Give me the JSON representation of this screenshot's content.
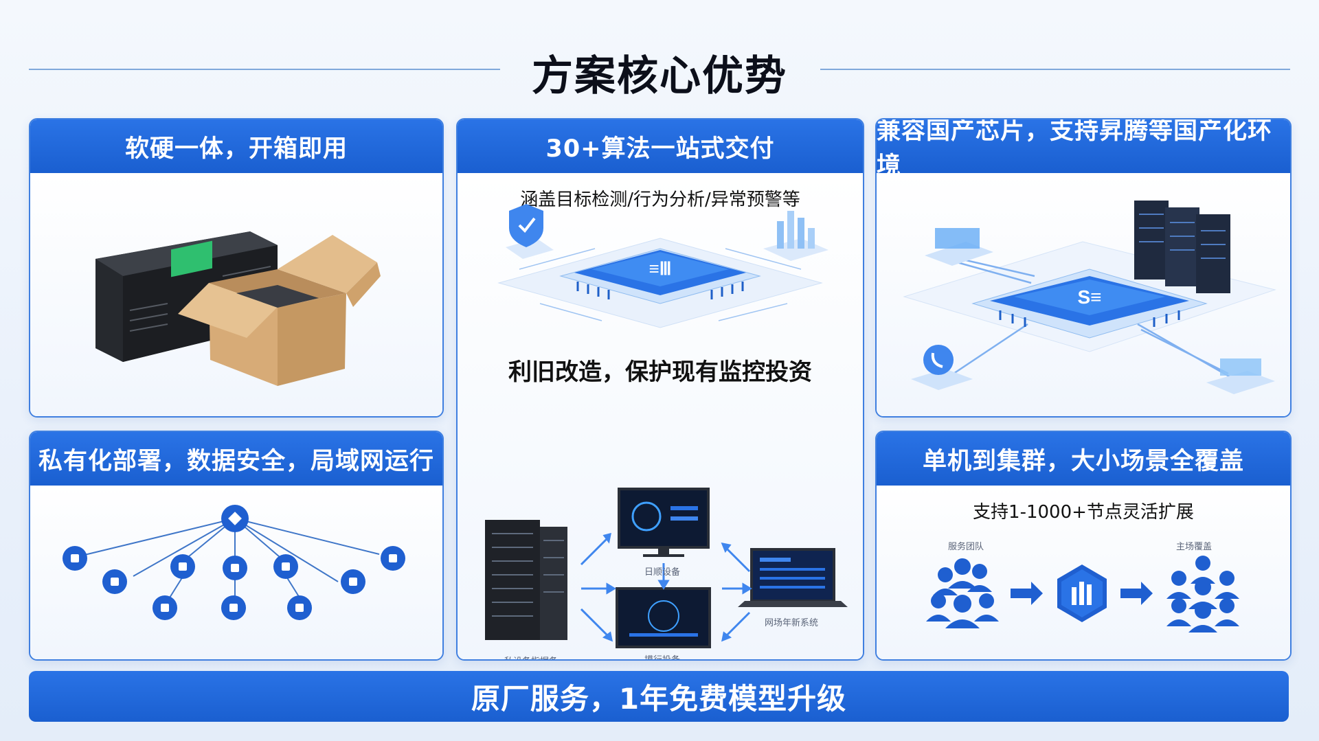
{
  "page": {
    "title": "方案核心优势"
  },
  "cards": {
    "hardware": {
      "title": "软硬一体，开箱即用"
    },
    "algorithms": {
      "title": "30+算法一站式交付",
      "subtitle": "涵盖目标检测/行为分析/异常预警等",
      "section2_title": "利旧改造，保护现有监控投资",
      "labels": {
        "server": "私设备指据备",
        "monitor_top": "日顺设备",
        "monitor_bottom": "摸行投备",
        "laptop": "网场年新系统"
      }
    },
    "chips": {
      "title": "兼容国产芯片，支持昇腾等国产化环境"
    },
    "private": {
      "title": "私有化部署，数据安全，局域网运行"
    },
    "cluster": {
      "title": "单机到集群，大小场景全覆盖",
      "subtitle": "支持1-1000+节点灵活扩展",
      "labels": {
        "left": "服务团队",
        "right": "主场覆盖"
      }
    }
  },
  "footer": {
    "text": "原厂服务，1年免费模型升级"
  },
  "colors": {
    "accent": "#1a5fd0",
    "accent_light": "#3f86ee",
    "border": "#3f7fe0"
  }
}
